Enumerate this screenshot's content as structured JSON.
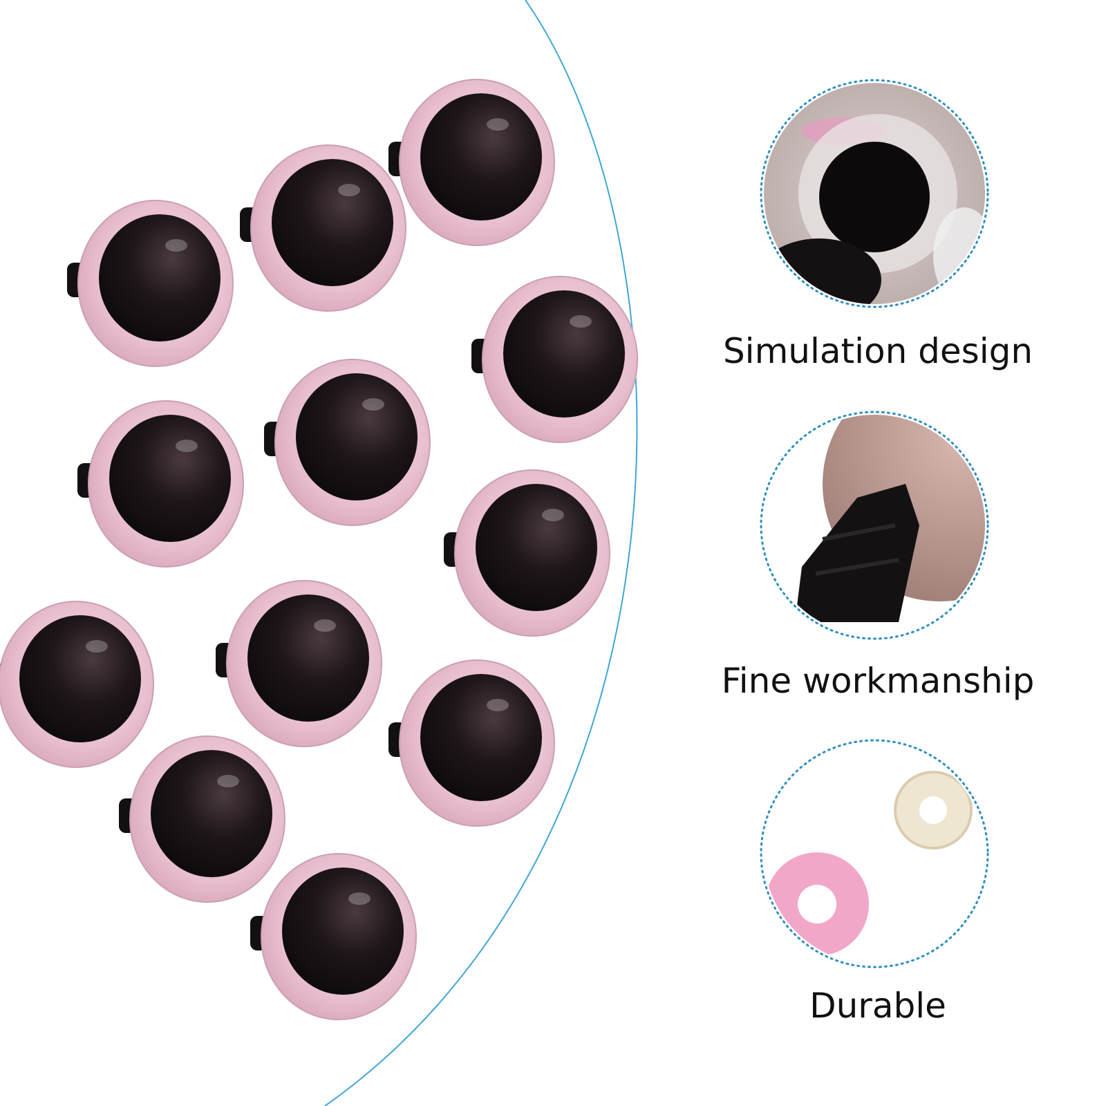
{
  "colors": {
    "background": "#ffffff",
    "arc_line": "#3fa7d6",
    "dotted_ring": "#2b8fbf",
    "eye_pink": "#e8bfd0",
    "eye_black": "#1c1416",
    "washer_pink": "#f2a7c8",
    "washer_cream": "#efe6d2",
    "text": "#111111"
  },
  "product": {
    "item_name": "pink safety eye",
    "item_count": 12
  },
  "features": [
    {
      "caption": "Simulation design",
      "image": "clear-eye-closeup-photo"
    },
    {
      "caption": "Fine workmanship",
      "image": "eye-stem-closeup-photo"
    },
    {
      "caption": "Durable",
      "image": "washers-photo"
    }
  ]
}
